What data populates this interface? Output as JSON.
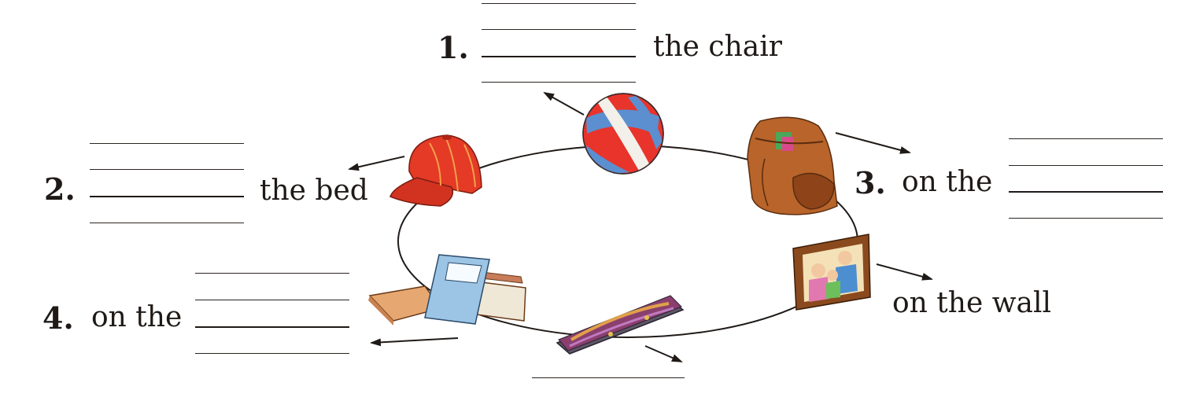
{
  "items": [
    {
      "number": "1.",
      "text": "the chair"
    },
    {
      "number": "2.",
      "text": "the bed"
    },
    {
      "number": "3.",
      "text": "on the"
    },
    {
      "number": "4.",
      "text": "on the"
    }
  ],
  "example": {
    "text": "on the wall"
  },
  "objects": [
    "ball-icon",
    "cap-icon",
    "backpack-icon",
    "photo-frame-icon",
    "pencil-box-icon",
    "books-icon"
  ],
  "colors": {
    "ink": "#1f1a17",
    "ball_red": "#e8342b",
    "ball_blue": "#5b8fd0",
    "cap_red": "#e43a26",
    "bag_brown": "#b8642a",
    "book_blue": "#9cc4e4",
    "pencil_box": "#7a4a6a"
  }
}
